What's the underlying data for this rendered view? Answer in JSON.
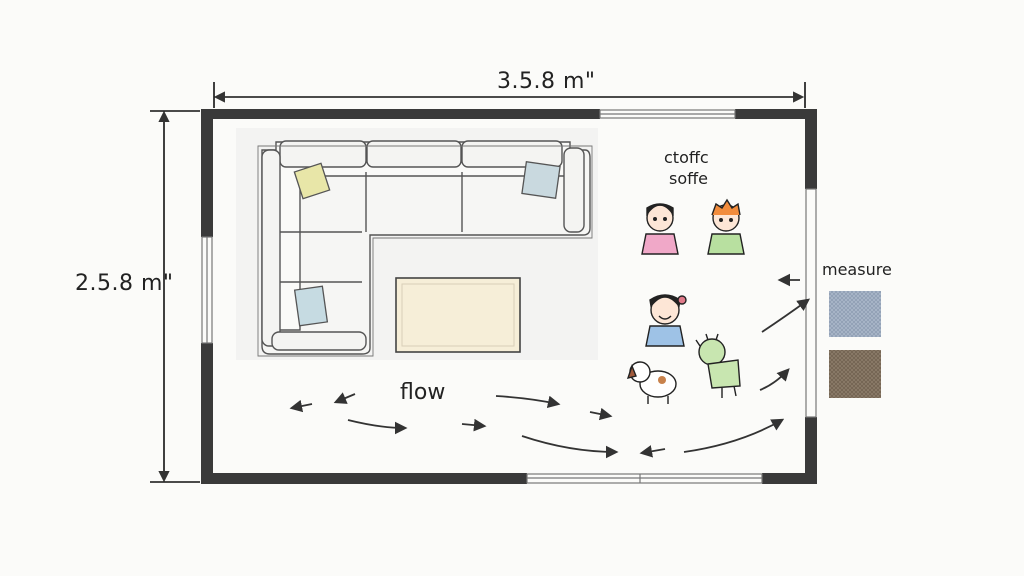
{
  "plan": {
    "dimensions": {
      "width_label": "3.5.8 m\"",
      "height_label": "2.5.8 m\""
    },
    "labels": {
      "zone_line1": "ctoffc",
      "zone_line2": "soffe",
      "measure": "measure",
      "flow": "flow"
    },
    "swatches": [
      {
        "name": "blue-grey fabric",
        "color": "#a9b6c8"
      },
      {
        "name": "brown fabric",
        "color": "#8a7a68"
      }
    ],
    "furniture": {
      "sofa": "sectional-sofa",
      "rug": "rug",
      "pillow_colors": [
        "#e8e6a8",
        "#c9d9df",
        "#c6dbe2"
      ],
      "rug_color": "#f6eed8"
    },
    "figures": [
      "child-pink-shirt",
      "child-green-shirt",
      "child-blue-shirt",
      "dog",
      "green-dinosaur-toy"
    ],
    "colors": {
      "wall": "#3a3a3a",
      "arrow": "#333333"
    }
  }
}
